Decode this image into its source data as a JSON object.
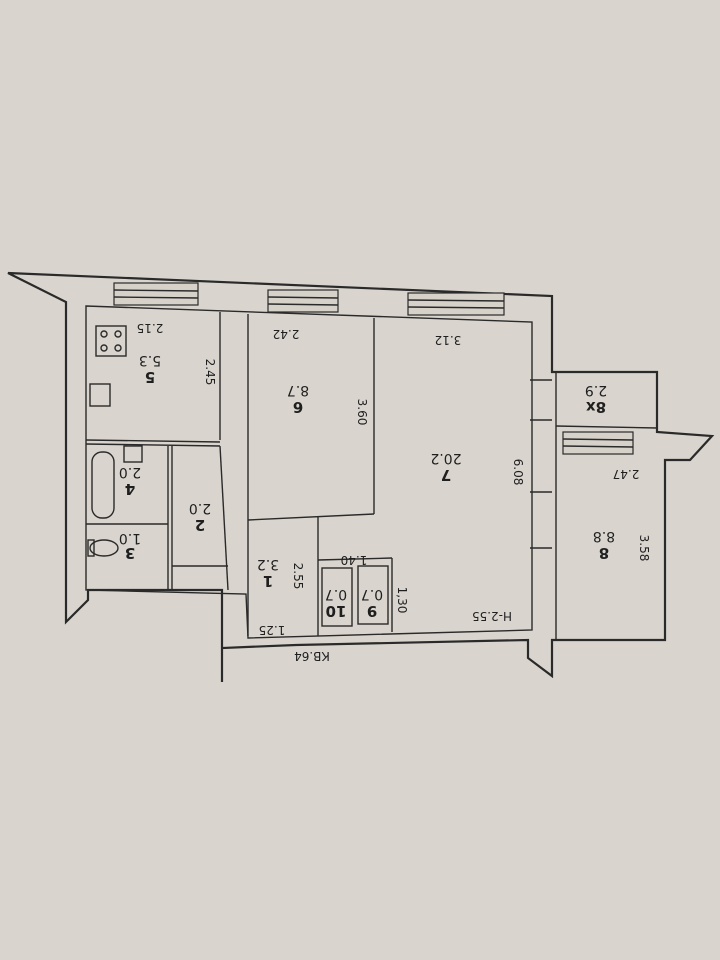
{
  "plan": {
    "ceiling_height": "H-2.55",
    "apartment": "КВ.64",
    "colors": {
      "paper": "#d9d5ce",
      "ink": "#2a2a2a"
    },
    "rooms": [
      {
        "num": "1",
        "area": "3.2"
      },
      {
        "num": "2",
        "area": "2.0"
      },
      {
        "num": "3",
        "area": "1.0"
      },
      {
        "num": "4",
        "area": "2.0"
      },
      {
        "num": "5",
        "area": "5.3"
      },
      {
        "num": "6",
        "area": "8.7"
      },
      {
        "num": "7",
        "area": "20.2"
      },
      {
        "num": "8",
        "area": "8.8"
      },
      {
        "num": "8х",
        "area": "2.9"
      },
      {
        "num": "9",
        "area": "0.7"
      },
      {
        "num": "10",
        "area": "0.7"
      }
    ],
    "dimensions": [
      "2.15",
      "2.45",
      "2.42",
      "3.60",
      "3.12",
      "6.08",
      "2.47",
      "3.58",
      "1.40",
      "2.55",
      "1,30",
      "1.25"
    ]
  }
}
